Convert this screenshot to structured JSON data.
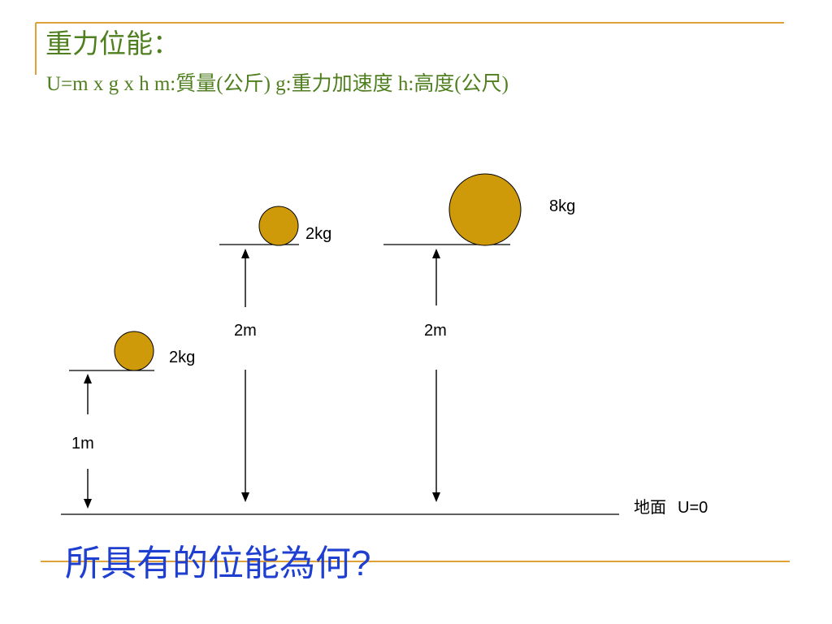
{
  "colors": {
    "accent": "#DFA13A",
    "title": "#4F7F1F",
    "question": "#1F3FD0",
    "ball": "#CF9A0A",
    "ink": "#000000"
  },
  "slide": {
    "title": "重力位能：",
    "formula": "U=m x g x h  m:質量(公斤)  g:重力加速度  h:高度(公尺)",
    "question_text": "所具有的位能為何",
    "question_mark": "?"
  },
  "diagram": {
    "ball_left_mass": "2kg",
    "ball_mid_mass": "2kg",
    "ball_right_mass": "8kg",
    "height_left": "1m",
    "height_mid": "2m",
    "height_right": "2m",
    "ground_label": "地面",
    "ground_energy": "U=0"
  }
}
